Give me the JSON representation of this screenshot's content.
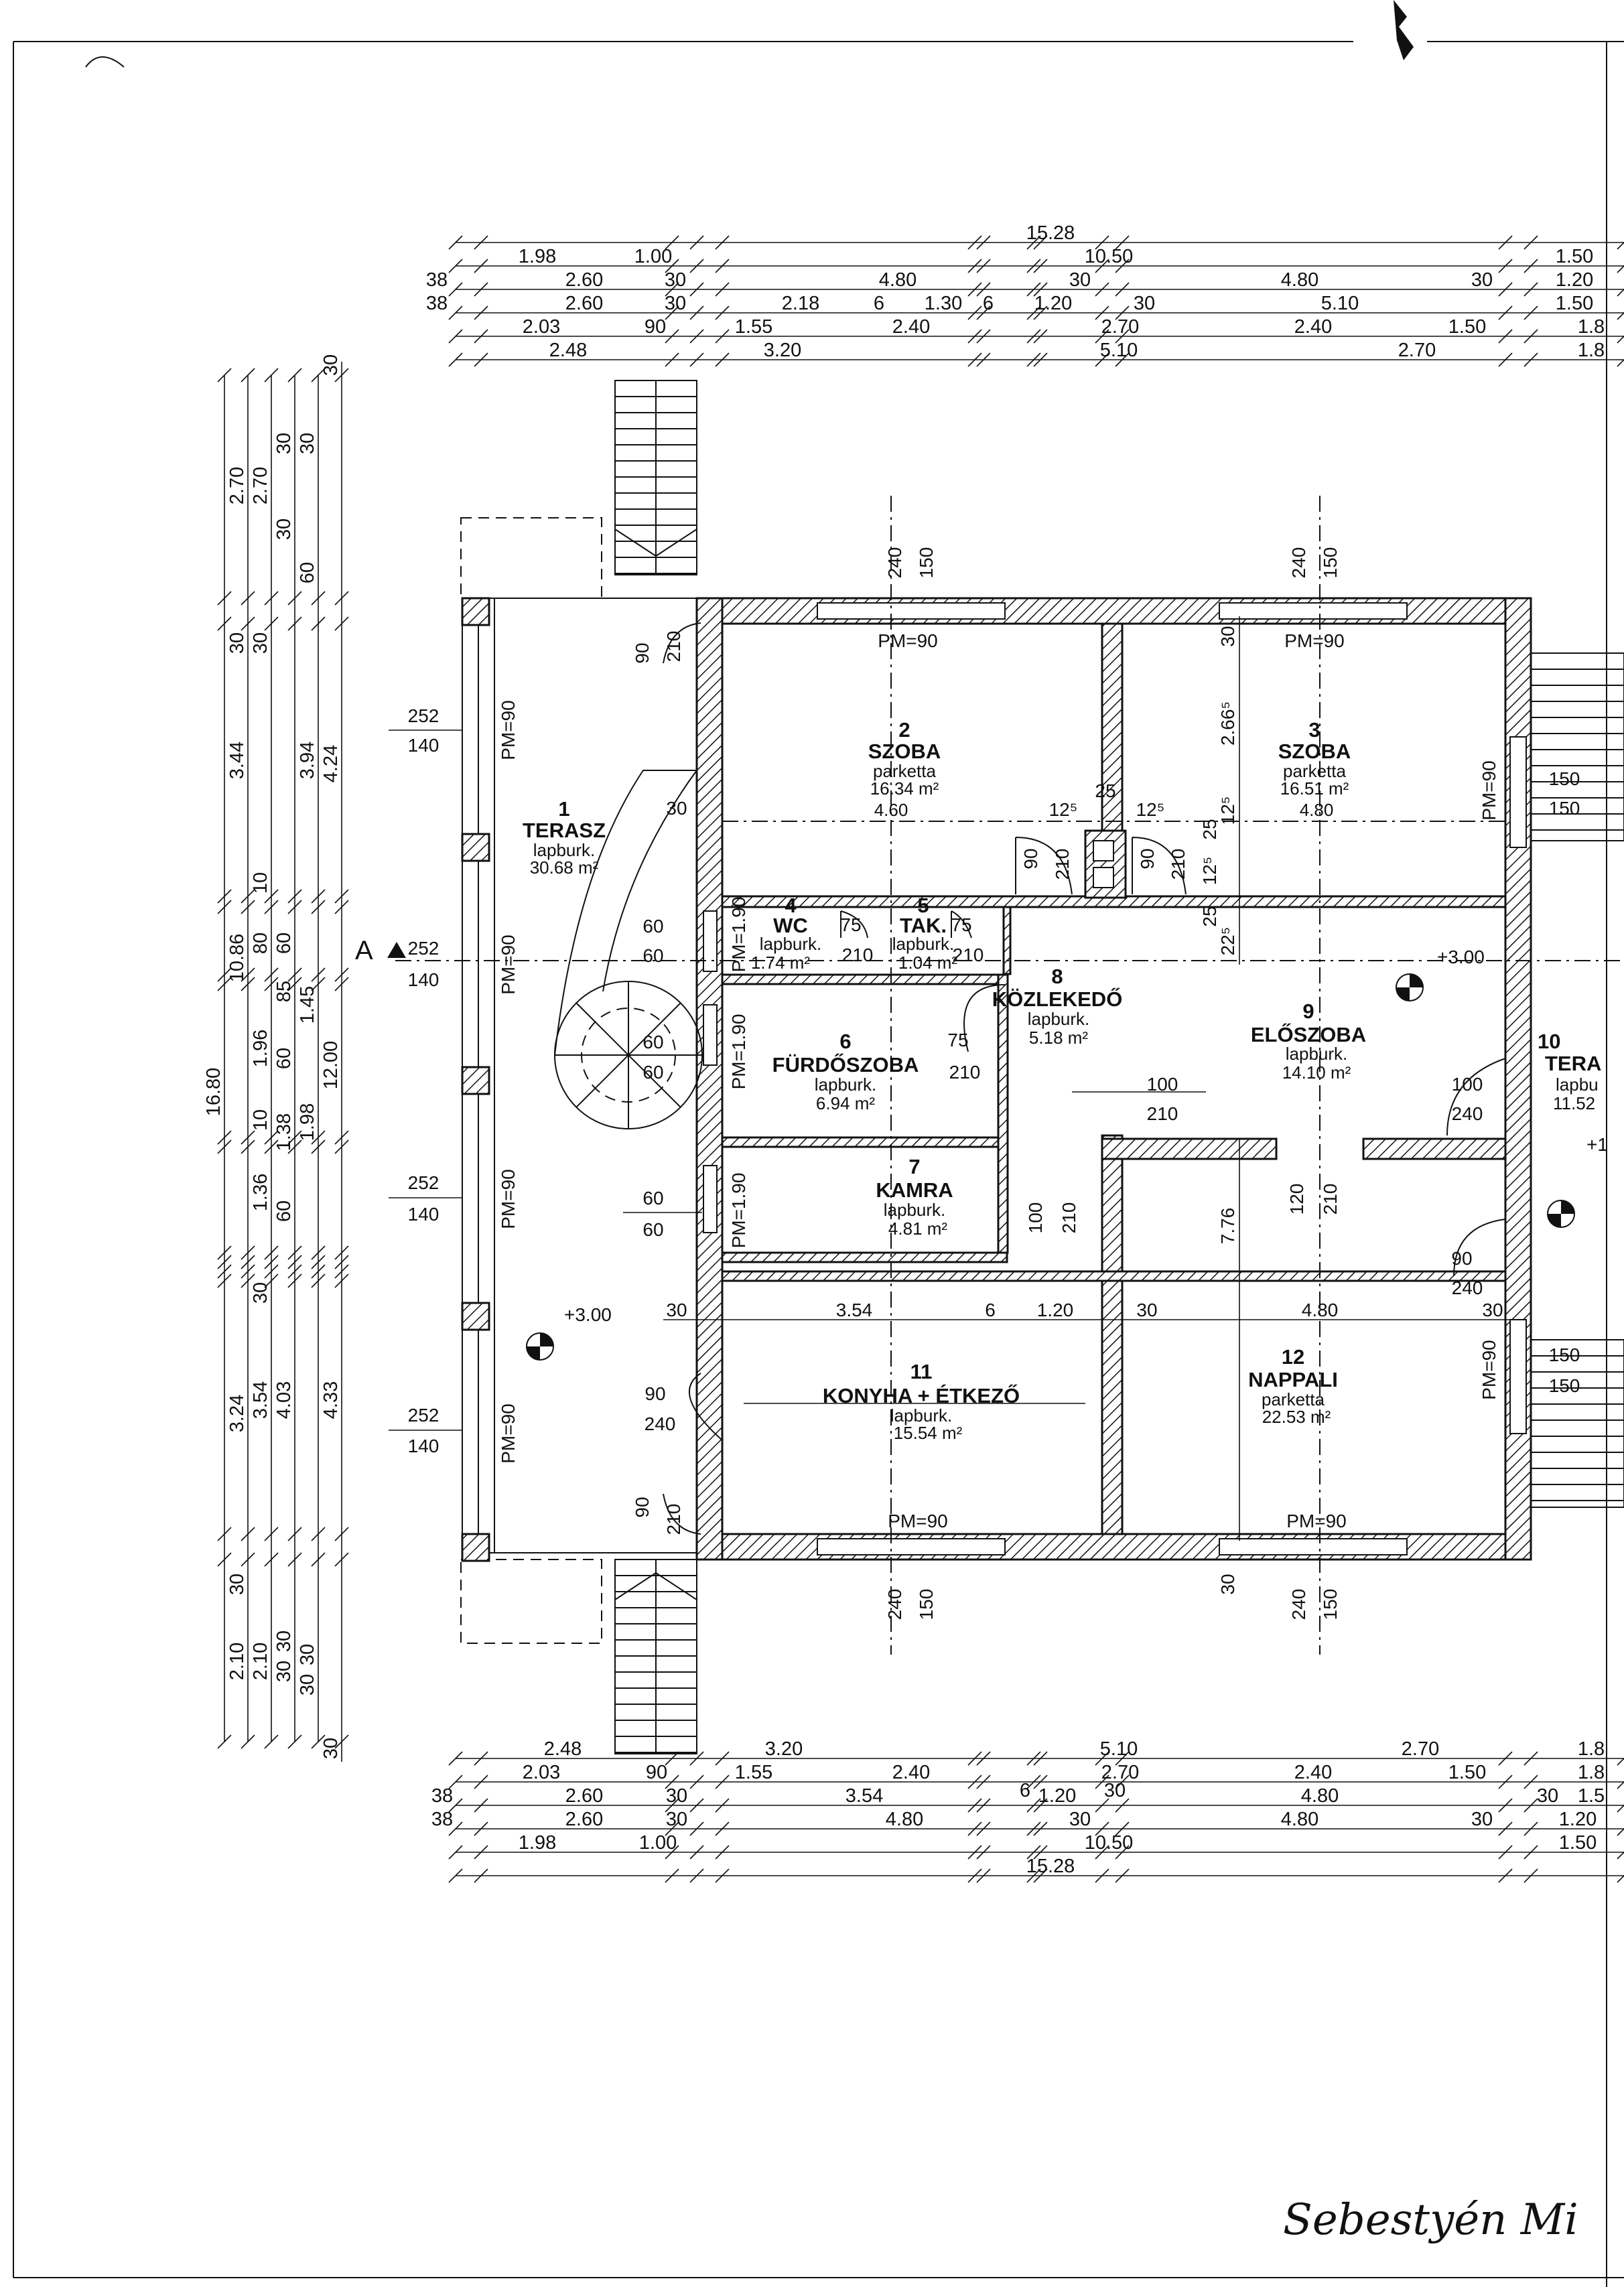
{
  "rooms": [
    {
      "num": "1",
      "name": "TERASZ",
      "finish": "lapburk.",
      "area": "30.68 m²"
    },
    {
      "num": "2",
      "name": "SZOBA",
      "finish": "parketta",
      "area": "16.34 m²",
      "width": "4.60"
    },
    {
      "num": "3",
      "name": "SZOBA",
      "finish": "parketta",
      "area": "16.51 m²",
      "width": "4.80"
    },
    {
      "num": "4",
      "name": "WC",
      "finish": "lapburk.",
      "area": "1.74 m²"
    },
    {
      "num": "5",
      "name": "TAK.",
      "finish": "lapburk.",
      "area": "1.04 m²"
    },
    {
      "num": "6",
      "name": "FÜRDŐSZOBA",
      "finish": "lapburk.",
      "area": "6.94 m²"
    },
    {
      "num": "7",
      "name": "KAMRA",
      "finish": "lapburk.",
      "area": "4.81 m²"
    },
    {
      "num": "8",
      "name": "KÖZLEKEDŐ",
      "finish": "lapburk.",
      "area": "5.18 m²"
    },
    {
      "num": "9",
      "name": "ELŐSZOBA",
      "finish": "lapburk.",
      "area": "14.10 m²"
    },
    {
      "num": "10",
      "name": "TERA",
      "finish": "lapbu",
      "area": "11.52"
    },
    {
      "num": "11",
      "name": "KONYHA + ÉTKEZŐ",
      "finish": "lapburk.",
      "area": "15.54 m²"
    },
    {
      "num": "12",
      "name": "NAPPALI",
      "finish": "parketta",
      "area": "22.53 m²"
    }
  ],
  "top_dims": {
    "row1": [
      "15.28"
    ],
    "row2": [
      "1.98",
      "1.00",
      "10.50",
      "1.50"
    ],
    "row3": [
      "38",
      "2.60",
      "30",
      "4.80",
      "30",
      "4.80",
      "30",
      "1.20"
    ],
    "row4": [
      "38",
      "2.60",
      "30",
      "2.18",
      "6",
      "1.30",
      "6",
      "1.20",
      "30",
      "5.10",
      "1.50"
    ],
    "row5": [
      "2.03",
      "90",
      "1.55",
      "2.40",
      "2.70",
      "2.40",
      "1.50",
      "1.8"
    ],
    "row6": [
      "2.48",
      "3.20",
      "5.10",
      "2.70",
      "1.8"
    ]
  },
  "bottom_dims": {
    "row1": [
      "2.48",
      "3.20",
      "5.10",
      "2.70",
      "1.8"
    ],
    "row2": [
      "2.03",
      "90",
      "1.55",
      "2.40",
      "2.70",
      "2.40",
      "1.50",
      "1.8"
    ],
    "row3": [
      "38",
      "2.60",
      "30",
      "3.54",
      "6",
      "1.20",
      "30",
      "4.80",
      "30",
      "1.5"
    ],
    "row4": [
      "38",
      "2.60",
      "30",
      "4.80",
      "30",
      "4.80",
      "30",
      "1.20"
    ],
    "row5": [
      "1.98",
      "1.00",
      "10.50",
      "1.50"
    ],
    "row6": [
      "15.28"
    ]
  },
  "left_dims": {
    "overall": "16.80",
    "col2": [
      "2.70",
      "30",
      "3.44",
      "10.86",
      "3.24",
      "30",
      "2.10"
    ],
    "col3": [
      "2.70",
      "30",
      "10",
      "80",
      "1.96",
      "10",
      "1.36",
      "30",
      "3.54",
      "2.10"
    ],
    "col4": [
      "30",
      "30",
      "60",
      "85",
      "60",
      "1.38",
      "60",
      "4.03",
      "30",
      "30"
    ],
    "col5": [
      "30",
      "60",
      "3.94",
      "1.45",
      "1.98",
      "30",
      "30"
    ],
    "col6": [
      "30",
      "4.24",
      "12.00",
      "4.33",
      "30"
    ]
  },
  "labels": {
    "pm90": "PM=90",
    "pm190": "PM=1.90",
    "level": "+3.00",
    "section": "A",
    "d252": "252",
    "d140": "140",
    "d240": "240",
    "d150": "150",
    "d90": "90",
    "d210": "210",
    "d60": "60",
    "d75": "75",
    "d100": "100",
    "d120": "120",
    "d30": "30",
    "d125": "12⁵",
    "d25": "25",
    "d225": "22⁵",
    "d2665": "2.66⁵",
    "d776": "7.76",
    "d354": "3.54",
    "d6": "6",
    "d120b": "1.20",
    "d480": "4.80",
    "partial": "+1"
  },
  "signature": "Sebestyén Mi"
}
